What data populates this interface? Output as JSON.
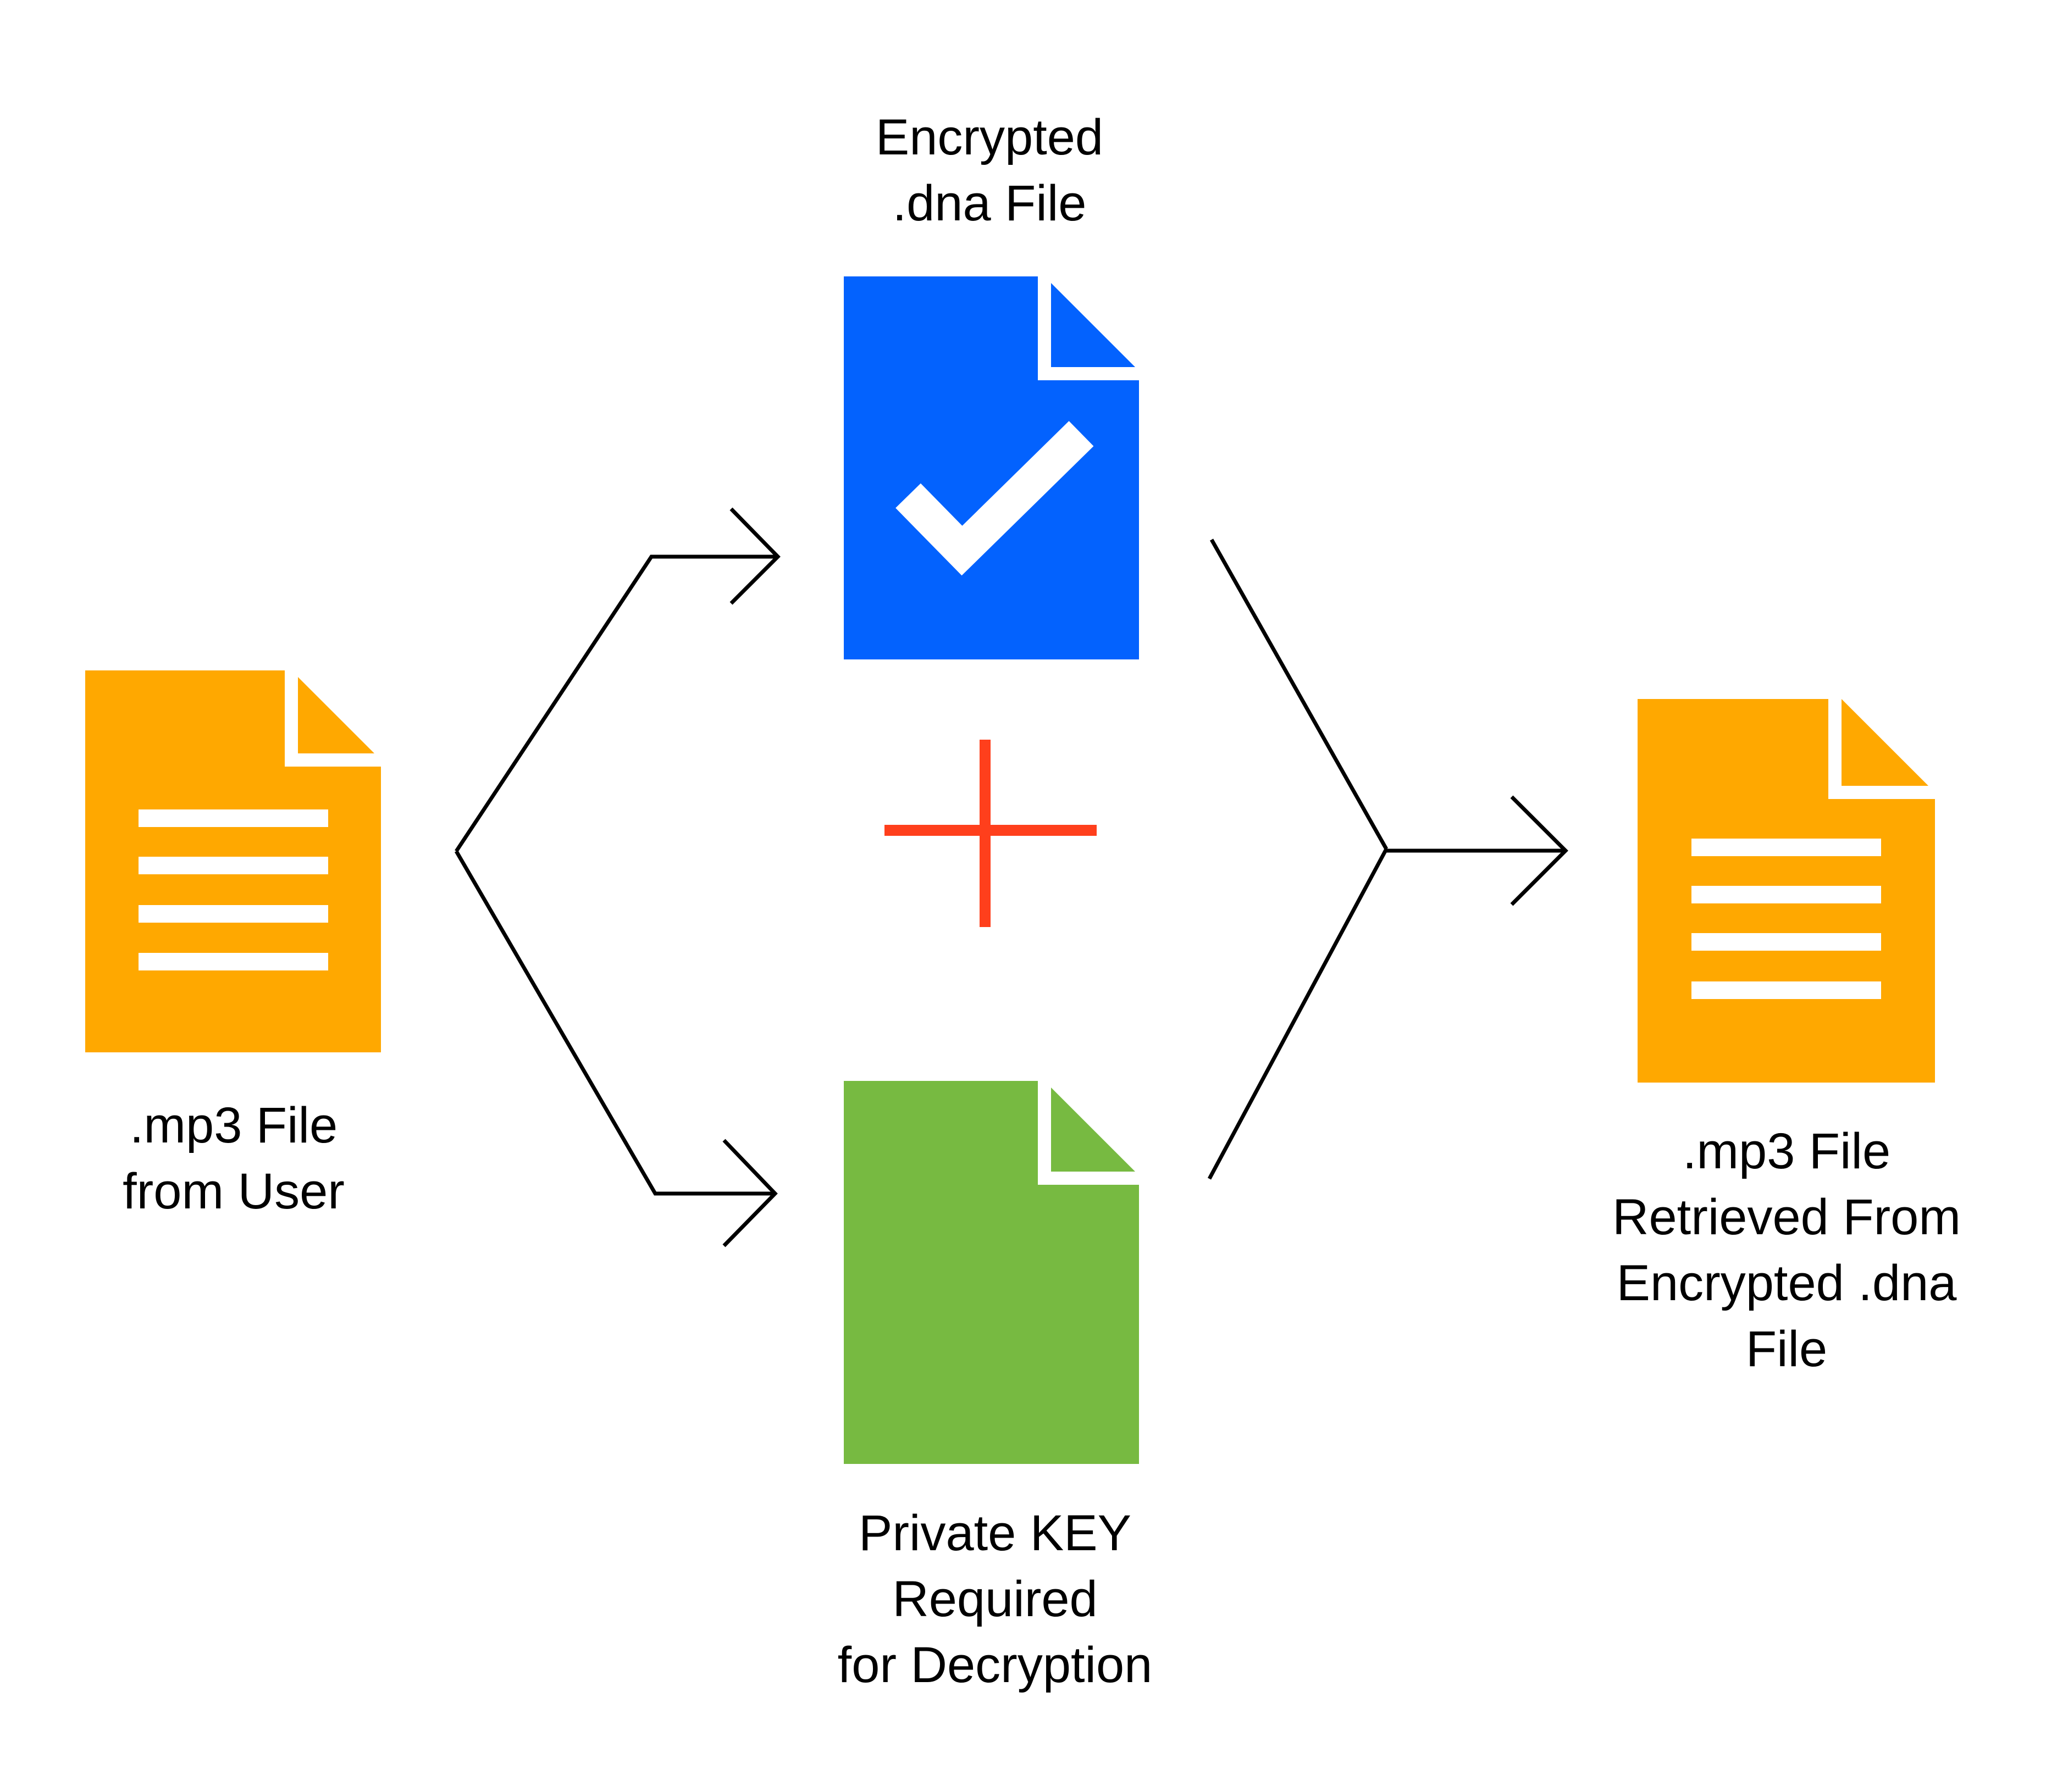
{
  "colors": {
    "source_file": "#FFA800",
    "encrypted_file": "#0362FE",
    "key_file": "#77BA41",
    "result_file": "#FFA800",
    "plus_sign": "#FF3F1C",
    "arrows": "#000000",
    "glyph": "#FFFFFF"
  },
  "nodes": {
    "source": {
      "icon": "document-lines-icon",
      "label_line1": ".mp3 File",
      "label_line2": "from User"
    },
    "encrypted": {
      "icon": "document-check-icon",
      "label_line1": "Encrypted",
      "label_line2": ".dna File"
    },
    "key": {
      "icon": "document-blank-icon",
      "label_line1": "Private KEY",
      "label_line2": "Required",
      "label_line3": "for Decryption"
    },
    "result": {
      "icon": "document-lines-icon",
      "label_line1": ".mp3 File",
      "label_line2": "Retrieved From",
      "label_line3": "Encrypted .dna",
      "label_line4": "File"
    }
  },
  "combine_icon": "plus-icon"
}
